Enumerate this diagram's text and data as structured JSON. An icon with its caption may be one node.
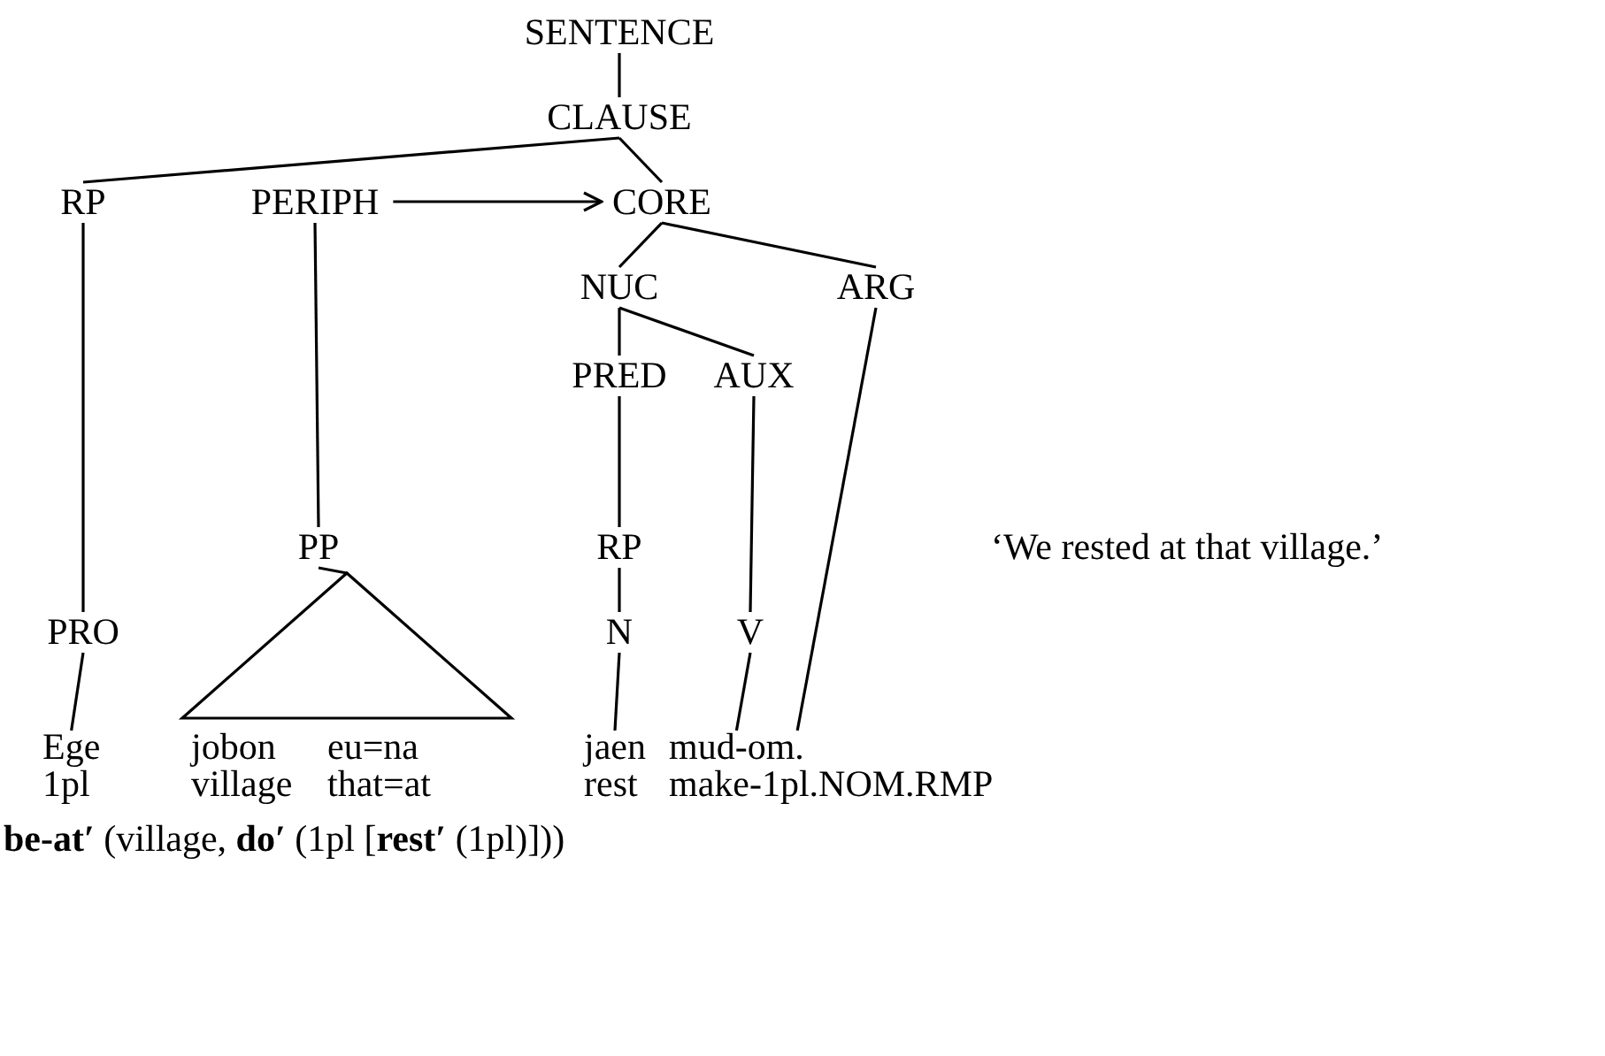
{
  "diagram": {
    "nodes": [
      {
        "text": [
          "SENTENCE"
        ]
      },
      {
        "text": [
          "CLAUSE"
        ]
      },
      {
        "text": [
          "RP"
        ]
      },
      {
        "text": [
          "PERIPH"
        ]
      },
      {
        "text": [
          "CORE"
        ]
      },
      {
        "text": [
          "NUC"
        ]
      },
      {
        "text": [
          "ARG"
        ]
      },
      {
        "text": [
          "PRED"
        ]
      },
      {
        "text": [
          "AUX"
        ]
      },
      {
        "text": [
          "PP"
        ]
      },
      {
        "text": [
          "RP"
        ]
      },
      {
        "text": [
          "PRO"
        ]
      },
      {
        "text": [
          "N"
        ]
      },
      {
        "text": [
          "V"
        ]
      },
      {
        "text": [],
        "shape": "triangle"
      },
      {
        "text": [
          "Ege"
        ],
        "beside": [
          "1pl"
        ]
      },
      {
        "text": [
          "jobon"
        ],
        "beside": [
          "village"
        ]
      },
      {
        "text": [
          "eu=na"
        ],
        "beside": [
          "that=at"
        ]
      },
      {
        "text": [
          "jaen"
        ],
        "beside": [
          "rest"
        ]
      },
      {
        "text": [
          "mud-om."
        ],
        "beside": [
          "make-1pl.NOM.RMP"
        ]
      }
    ],
    "edges": [
      {
        "from": 0,
        "to": 1,
        "arrow": "none"
      },
      {
        "from": 1,
        "to": 2,
        "arrow": "none"
      },
      {
        "from": 1,
        "to": 4,
        "arrow": "none"
      },
      {
        "from": 3,
        "to": 4,
        "arrow": "to"
      },
      {
        "from": 4,
        "to": 5,
        "arrow": "none"
      },
      {
        "from": 4,
        "to": 6,
        "arrow": "none"
      },
      {
        "from": 5,
        "to": 7,
        "arrow": "none"
      },
      {
        "from": 5,
        "to": 8,
        "arrow": "none"
      },
      {
        "from": 2,
        "to": 11,
        "arrow": "none"
      },
      {
        "from": 3,
        "to": 9,
        "arrow": "none"
      },
      {
        "from": 7,
        "to": 10,
        "arrow": "none"
      },
      {
        "from": 8,
        "to": 13,
        "arrow": "none"
      },
      {
        "from": 6,
        "to": 19,
        "arrow": "none"
      },
      {
        "from": 9,
        "to": 14,
        "arrow": "none"
      },
      {
        "from": 10,
        "to": 12,
        "arrow": "none"
      },
      {
        "from": 11,
        "to": 15,
        "arrow": "none"
      },
      {
        "from": 12,
        "to": 18,
        "arrow": "none"
      },
      {
        "from": 13,
        "to": 19,
        "arrow": "none"
      }
    ],
    "labels": [
      "‘We rested at that village.’",
      "**be-at′** (village, **do′** (1pl [**rest′** (1pl)]))"
    ]
  }
}
